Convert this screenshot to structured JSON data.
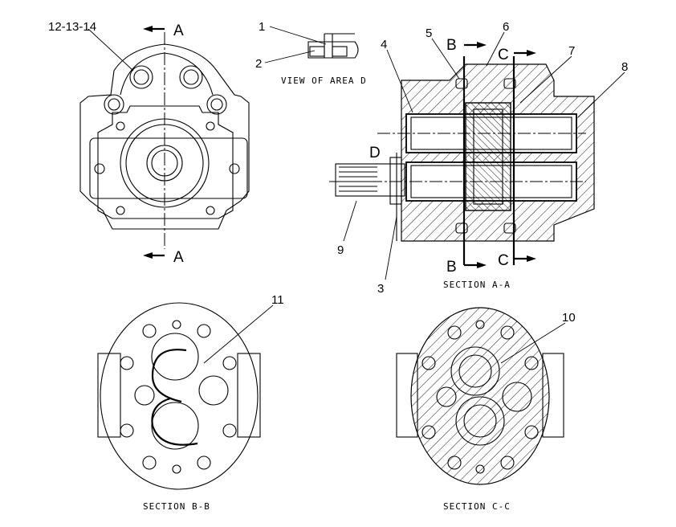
{
  "callouts": {
    "c1": "1",
    "c2": "2",
    "c3": "3",
    "c4": "4",
    "c5": "5",
    "c6": "6",
    "c7": "7",
    "c8": "8",
    "c9": "9",
    "c10": "10",
    "c11": "11",
    "c12_13_14": "12-13-14"
  },
  "section_letters": {
    "a": "A",
    "b": "B",
    "c": "C",
    "d": "D"
  },
  "captions": {
    "view_area_d": "VIEW OF AREA D",
    "section_aa": "SECTION A-A",
    "section_bb": "SECTION B-B",
    "section_cc": "SECTION C-C"
  },
  "colors": {
    "line": "#000000",
    "background": "#ffffff"
  }
}
